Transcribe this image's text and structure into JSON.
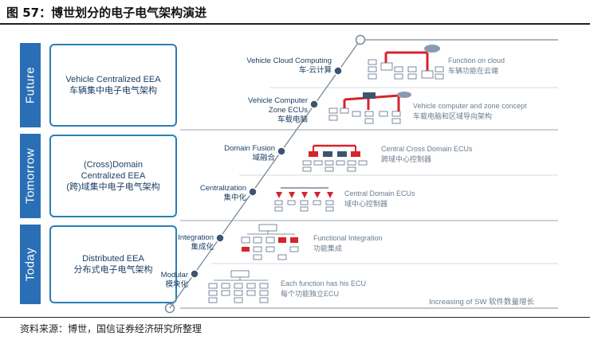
{
  "figure_title": "图 57：博世划分的电子电气架构演进",
  "source": "资料来源：博世，国信证券经济研究所整理",
  "eras": [
    {
      "band": "Future",
      "box_en": "Vehicle Centralized EEA",
      "box_cn": "车辆集中电子电气架构"
    },
    {
      "band": "Tomorrow",
      "box_en": "(Cross)Domain Centralized EEA",
      "box_cn": "(跨)域集中电子电气架构"
    },
    {
      "band": "Today",
      "box_en": "Distributed EEA",
      "box_cn": "分布式电子电气架构"
    }
  ],
  "stages": [
    {
      "en": "Vehicle Cloud Computing",
      "cn": "车-云计算",
      "desc_en": "Function on cloud",
      "desc_cn": "车辆功能在云端"
    },
    {
      "en": "Vehicle Computer Zone ECUs",
      "cn": "车载电脑",
      "desc_en": "Vehicle computer and zone concept",
      "desc_cn": "车载电脑和区域导向架构"
    },
    {
      "en": "Domain Fusion",
      "cn": "域融合",
      "desc_en": "Central Cross Domain ECUs",
      "desc_cn": "跨域中心控制器"
    },
    {
      "en": "Centralization",
      "cn": "集中化",
      "desc_en": "Central Domain ECUs",
      "desc_cn": "域中心控制器"
    },
    {
      "en": "Integration",
      "cn": "集成化",
      "desc_en": "Functional Integration",
      "desc_cn": "功能集成"
    },
    {
      "en": "Modular",
      "cn": "模块化",
      "desc_en": "Each function has his ECU",
      "desc_cn": "每个功能独立ECU"
    }
  ],
  "bottom_note": "Increasing of SW 软件数量增长",
  "colors": {
    "band": "#2a6fb5",
    "box_border": "#2a7fb8",
    "accent_red": "#d6242c",
    "node_dark": "#3c5470"
  }
}
